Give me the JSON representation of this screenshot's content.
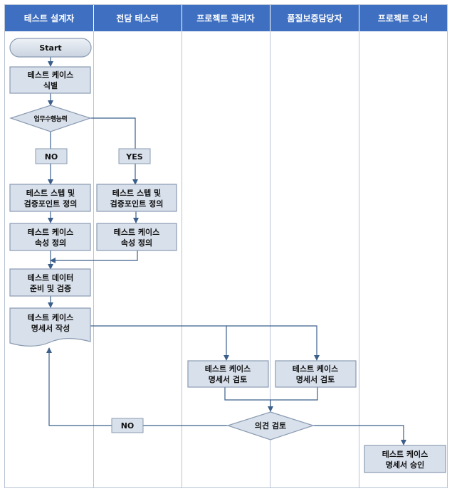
{
  "lanes": [
    "테스트 설계자",
    "전담 테스터",
    "프로젝트 관리자",
    "품질보증담당자",
    "프로젝트 오너"
  ],
  "nodes": {
    "start": "Start",
    "identify": [
      "테스트 케이스",
      "식별"
    ],
    "decision": "업무수행능력",
    "designer_steps": [
      "테스트 스텝 및",
      "검증포인트 정의"
    ],
    "tester_steps": [
      "테스트 스텝 및",
      "검증포인트 정의"
    ],
    "designer_attrs": [
      "테스트 케이스",
      "속성 정의"
    ],
    "tester_attrs": [
      "테스트 케이스",
      "속성 정의"
    ],
    "data_prep": [
      "테스트 데이터",
      "준비 및 검증"
    ],
    "spec_doc": [
      "테스트 케이스",
      "명세서 작성"
    ],
    "pm_review": [
      "테스트 케이스",
      "명세서 검토"
    ],
    "qa_review": [
      "테스트 케이스",
      "명세서 검토"
    ],
    "opinion": "의견 검토",
    "approval": [
      "테스트 케이스",
      "명세서 승인"
    ]
  },
  "edge_labels": {
    "no_branch": "NO",
    "yes_branch": "YES",
    "no_return": "NO"
  },
  "colors": {
    "header_bg": "#3f6fc0",
    "box_fill": "#d8e0eb",
    "box_stroke": "#8a9bb2",
    "line": "#3b5f8a",
    "lane_line": "#b8c4d4"
  }
}
